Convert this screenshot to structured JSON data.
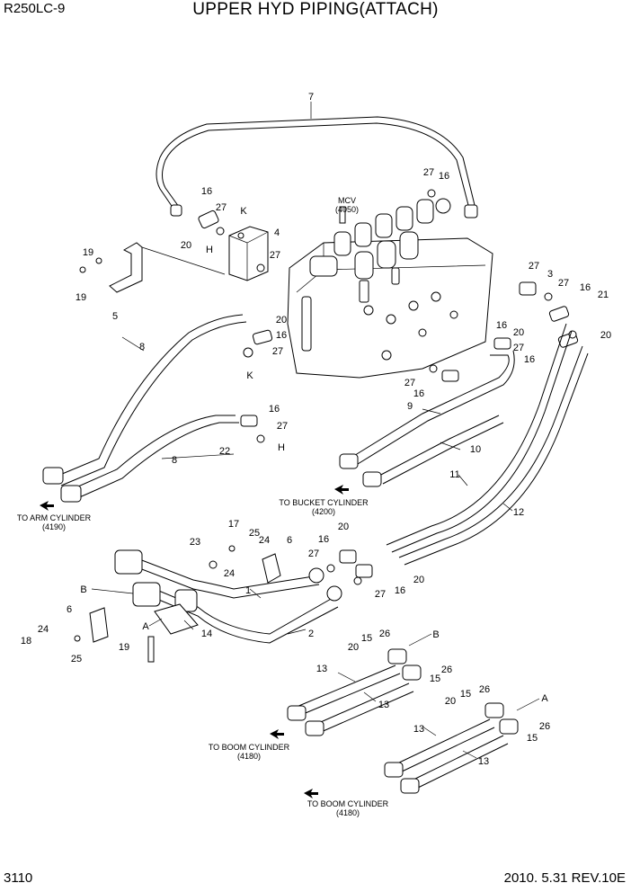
{
  "header": {
    "model": "R250LC-9",
    "title": "UPPER HYD PIPING(ATTACH)"
  },
  "footer": {
    "page_number": "3110",
    "revision": "2010. 5.31  REV.10E"
  },
  "captions": {
    "mcv": [
      "MCV",
      "(4050)"
    ],
    "arm": [
      "TO ARM CYLINDER",
      "(4190)"
    ],
    "bucket": [
      "TO BUCKET CYLINDER",
      "(4200)"
    ],
    "boom1": [
      "TO BOOM CYLINDER",
      "(4180)"
    ],
    "boom2": [
      "TO BOOM CYLINDER",
      "(4180)"
    ]
  },
  "callouts": [
    "7",
    "27",
    "16",
    "16",
    "27",
    "K",
    "4",
    "20",
    "H",
    "27",
    "19",
    "19",
    "5",
    "20",
    "16",
    "27",
    "K",
    "8",
    "16",
    "27",
    "22",
    "H",
    "8",
    "27",
    "3",
    "27",
    "16",
    "21",
    "20",
    "16",
    "20",
    "27",
    "16",
    "27",
    "16",
    "9",
    "10",
    "11",
    "12",
    "17",
    "25",
    "24",
    "23",
    "6",
    "24",
    "20",
    "16",
    "27",
    "20",
    "27",
    "16",
    "B",
    "1",
    "2",
    "6",
    "A",
    "24",
    "18",
    "25",
    "19",
    "14",
    "20",
    "15",
    "26",
    "B",
    "15",
    "26",
    "13",
    "13",
    "20",
    "15",
    "26",
    "A",
    "26",
    "15",
    "13",
    "13"
  ]
}
